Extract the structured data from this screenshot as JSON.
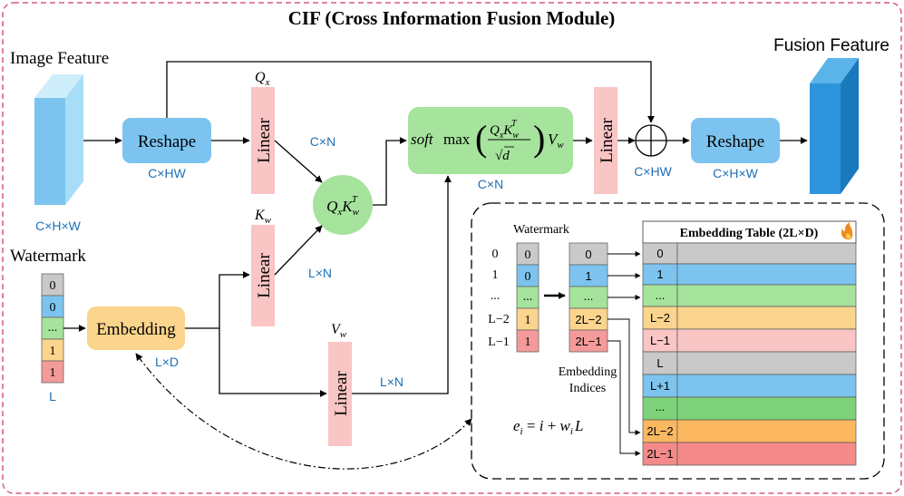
{
  "title": "CIF (Cross Information Fusion Module)",
  "image_feature": {
    "label": "Image Feature",
    "dims": "C×H×W"
  },
  "fusion_feature": {
    "label": "Fusion Feature"
  },
  "watermark": {
    "label": "Watermark",
    "bits": [
      "0",
      "0",
      "...",
      "1",
      "1"
    ],
    "length": "L"
  },
  "embedding": {
    "label": "Embedding",
    "dims": "L×D"
  },
  "reshape_in": {
    "label": "Reshape",
    "dims": "C×HW"
  },
  "reshape_out": {
    "label": "Reshape",
    "dims": "C×H×W"
  },
  "linear_label": "Linear",
  "q_branch": {
    "symbol": "Q",
    "sub": "x",
    "dims": "C×N"
  },
  "k_branch": {
    "symbol": "K",
    "sub": "w",
    "dims": "L×N"
  },
  "v_branch": {
    "symbol": "V",
    "sub": "w",
    "dims": "L×N"
  },
  "attention": {
    "dims": "C×N"
  },
  "post_linear": {
    "dims": "C×HW"
  },
  "inset": {
    "watermark_label": "Watermark",
    "positions": [
      "0",
      "1",
      "...",
      "L−2",
      "L−1"
    ],
    "bits": [
      "0",
      "0",
      "...",
      "1",
      "1"
    ],
    "indices": [
      "0",
      "1",
      "...",
      "2L−2",
      "2L−1"
    ],
    "indices_caption": [
      "Embedding",
      "Indices"
    ],
    "formula": {
      "lhs": "e",
      "lhs_sub": "i",
      "rhs_a": "i",
      "rhs_b": "w",
      "rhs_b_sub": "i",
      "rhs_c": "L"
    },
    "table_title": "Embedding Table (2L×D)",
    "table_rows": [
      "0",
      "1",
      "...",
      "L−2",
      "L−1",
      "L",
      "L+1",
      "...",
      "2L−2",
      "2L−1"
    ]
  },
  "colors": {
    "accent_blue": "#1f6fb4",
    "frame_pink": "#d9578f",
    "box_blue": "#7cc4ef",
    "box_green": "#a6e39d",
    "box_orange": "#fbd48d",
    "linear_pink": "#f9c5c5",
    "cell_grey": "#c9c9c9",
    "cell_red": "#f49a9a"
  }
}
